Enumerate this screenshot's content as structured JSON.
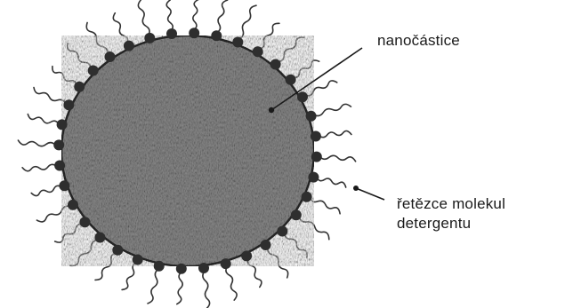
{
  "labels": {
    "nanoparticle": "nanočástice",
    "detergent_line1": "řetězce molekul",
    "detergent_line2": "detergentu"
  },
  "colors": {
    "particle_fill": "#8a8a8a",
    "particle_outline": "#2b2b2b",
    "head_fill": "#2e2e2e",
    "tail_stroke": "#333333",
    "leader_line": "#1a1a1a"
  }
}
